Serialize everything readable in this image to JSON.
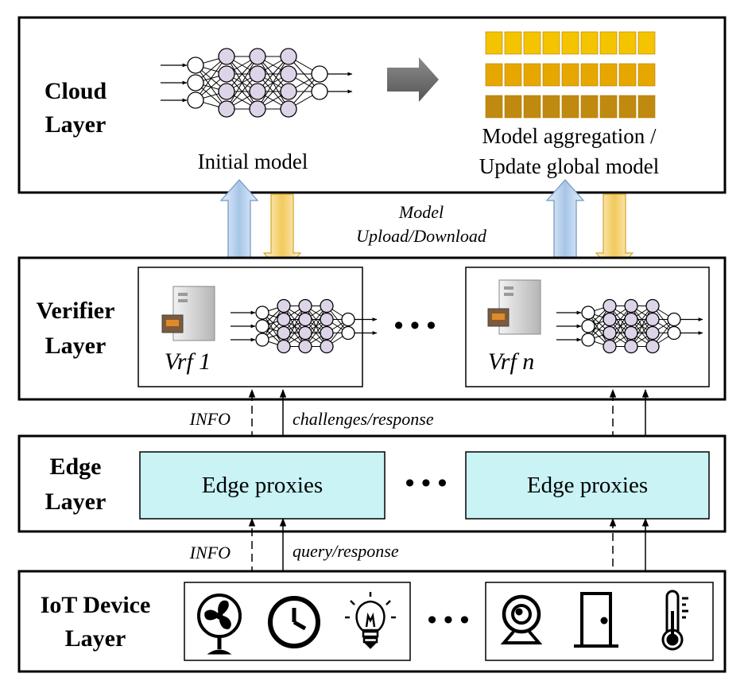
{
  "layers": {
    "cloud": [
      "Cloud",
      "Layer"
    ],
    "verifier": [
      "Verifier",
      "Layer"
    ],
    "edge": [
      "Edge",
      "Layer"
    ],
    "iot": [
      "IoT Device",
      "Layer"
    ]
  },
  "cloud": {
    "initial_model": "Initial model",
    "aggregation": [
      "Model aggregation /",
      "Update global model"
    ]
  },
  "transfer_label": [
    "Model",
    "Upload/Download"
  ],
  "verifiers": [
    "Vrf 1",
    "Vrf n"
  ],
  "edge_proxies": [
    "Edge proxies",
    "Edge proxies"
  ],
  "info_label": "INFO",
  "challenge_label": "challenges/response",
  "query_label": "query/response",
  "ellipsis": "• • •",
  "devices_left": [
    "fan-icon",
    "clock-icon",
    "lightbulb-icon"
  ],
  "devices_right": [
    "webcam-icon",
    "door-icon",
    "thermometer-icon"
  ],
  "colors": {
    "up_arrow": "#a9c7e6",
    "down_arrow": "#f5d17a",
    "proxy_fill": "#c9f3f5",
    "node_fill": "#ddd4e8",
    "agg_top": "#f4c400",
    "agg_mid": "#e6a800",
    "agg_bot": "#c08a10"
  }
}
